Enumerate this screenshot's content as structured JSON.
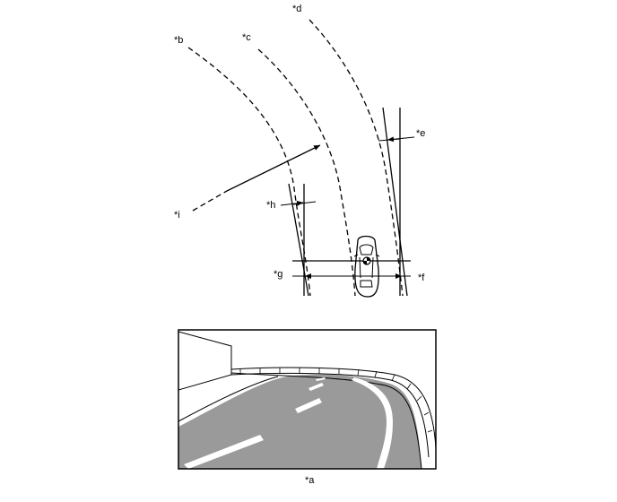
{
  "diagram": {
    "labels": {
      "a": "*a",
      "b": "*b",
      "c": "*c",
      "d": "*d",
      "e": "*e",
      "f": "*f",
      "g": "*g",
      "h": "*h",
      "i": "*i"
    }
  },
  "colors": {
    "line": "#000000",
    "road": "#9a9a9a",
    "road_dark": "#7f7f7f",
    "background": "#ffffff",
    "lane_marking": "#ffffff"
  }
}
